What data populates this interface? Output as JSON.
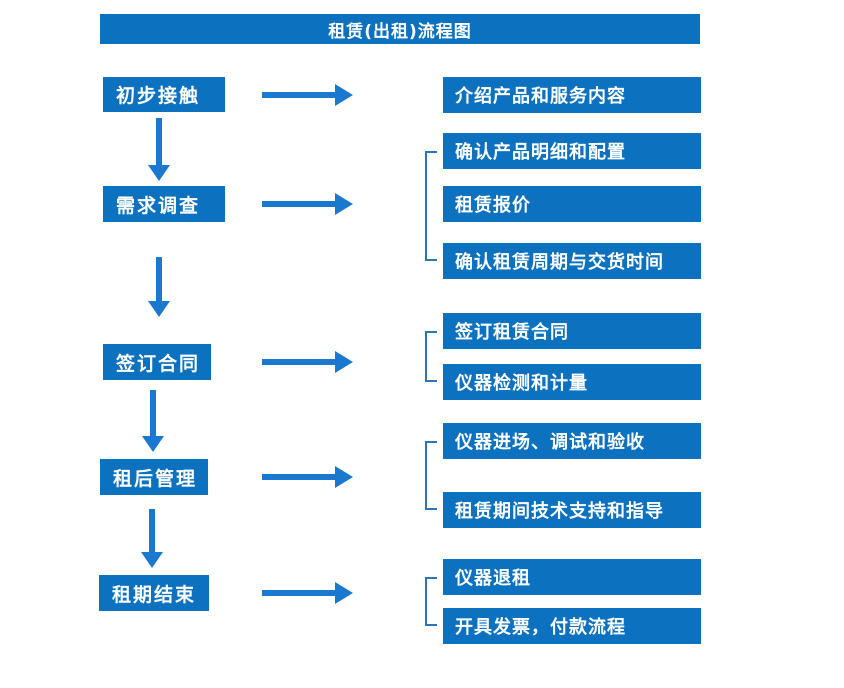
{
  "title": "租赁(出租)流程图",
  "colors": {
    "box_fill": "#0c71be",
    "arrow": "#1a78cf",
    "bracket": "#2e75b6",
    "text": "#ffffff"
  },
  "steps": [
    {
      "label": "初步接触",
      "outputs": [
        "介绍产品和服务内容"
      ]
    },
    {
      "label": "需求调查",
      "outputs": [
        "确认产品明细和配置",
        "租赁报价",
        "确认租赁周期与交货时间"
      ]
    },
    {
      "label": "签订合同",
      "outputs": [
        "签订租赁合同",
        "仪器检测和计量"
      ]
    },
    {
      "label": "租后管理",
      "outputs": [
        "仪器进场、调试和验收",
        "租赁期间技术支持和指导"
      ]
    },
    {
      "label": "租期结束",
      "outputs": [
        "仪器退租",
        "开具发票，付款流程"
      ]
    }
  ]
}
